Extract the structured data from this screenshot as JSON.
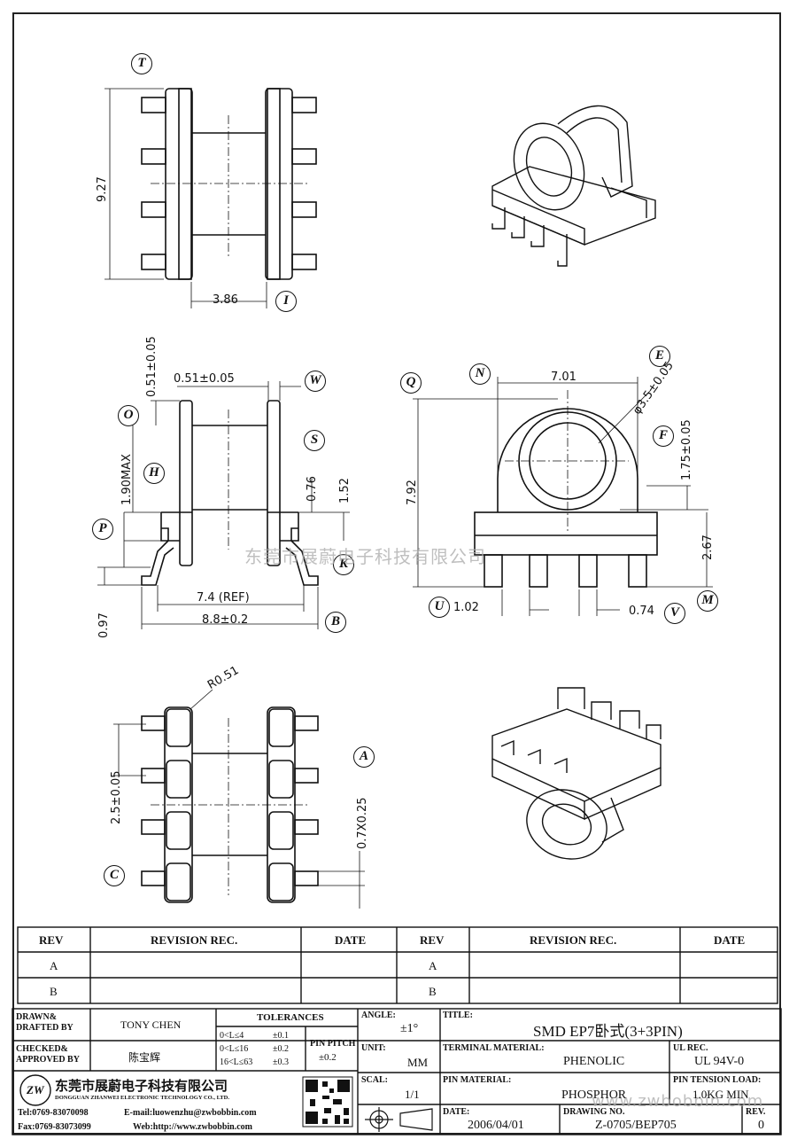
{
  "views": {
    "top": {
      "dim_height": "9.27",
      "dim_width": "3.86",
      "labels": {
        "T": "T",
        "I": "I"
      }
    },
    "side": {
      "dim_top_offset": "0.51±0.05",
      "dim_flange": "0.51±0.05",
      "dim_height_max": "1.90MAX",
      "dim_s": "0.76",
      "dim_base": "1.52",
      "dim_ref": "7.4 (REF)",
      "dim_width": "8.8±0.2",
      "dim_foot": "0.97",
      "labels": {
        "W": "W",
        "O": "O",
        "S": "S",
        "H": "H",
        "P": "P",
        "K": "K",
        "B": "B"
      }
    },
    "front": {
      "dim_width": "7.01",
      "dim_bore": "φ3.5±0.05",
      "dim_f": "1.75±0.05",
      "dim_height": "7.92",
      "dim_base": "2.67",
      "dim_pin": "1.02",
      "dim_pin2": "0.74",
      "labels": {
        "Q": "Q",
        "N": "N",
        "E": "E",
        "F": "F",
        "U": "U",
        "V": "V",
        "M": "M"
      }
    },
    "bottom": {
      "dim_radius": "R0.51",
      "dim_pitch": "2.5±0.05",
      "dim_pin": "0.7X0.25",
      "labels": {
        "A": "A",
        "C": "C"
      }
    }
  },
  "watermark": {
    "company": "东莞市展蔚电子科技有限公司",
    "url": "www.zwbobbin.com"
  },
  "revision_table": {
    "headers": [
      "REV",
      "REVISION REC.",
      "DATE",
      "REV",
      "REVISION REC.",
      "DATE"
    ],
    "rows": [
      [
        "A",
        "",
        "",
        "A",
        "",
        ""
      ],
      [
        "B",
        "",
        "",
        "B",
        "",
        ""
      ]
    ]
  },
  "title_block": {
    "drawn_label": "DRAWN&\nDRAFTED BY",
    "drawn_value": "TONY CHEN",
    "checked_label": "CHECKED&\nAPPROVED BY",
    "checked_value": "陈宝辉",
    "tolerances_label": "TOLERANCES",
    "tol_rows": [
      {
        "range": "0<L≤4",
        "tol": "±0.1"
      },
      {
        "range": "0<L≤16",
        "tol": "±0.2"
      },
      {
        "range": "16<L≤63",
        "tol": "±0.3"
      }
    ],
    "pin_pitch_label": "PIN PITCH",
    "pin_pitch_value": "±0.2",
    "angle_label": "ANGLE:",
    "angle_value": "±1°",
    "unit_label": "UNIT:",
    "unit_value": "MM",
    "scal_label": "SCAL:",
    "scal_value": "1/1",
    "title_label": "TITLE:",
    "title_value": "SMD EP7卧式(3+3PIN)",
    "terminal_label": "TERMINAL MATERIAL:",
    "terminal_value": "PHENOLIC",
    "ul_label": "UL REC.",
    "ul_value": "UL 94V-0",
    "pin_material_label": "PIN MATERIAL:",
    "pin_material_value": "PHOSPHOR",
    "tension_label": "PIN TENSION LOAD:",
    "tension_value": "1.0KG MIN",
    "date_label": "DATE:",
    "date_value": "2006/04/01",
    "drawing_label": "DRAWING NO.",
    "drawing_value": "Z-0705/BEP705",
    "rev_label": "REV.",
    "rev_value": "0",
    "company_cn": "东莞市展蔚电子科技有限公司",
    "company_en": "DONGGUAN ZHANWEI ELECTRONIC TECHNOLOGY CO., LTD.",
    "tel": "Tel:0769-83070098",
    "email": "E-mail:luowenzhu@zwbobbin.com",
    "fax": "Fax:0769-83073099",
    "web": "Web:http://www.zwbobbin.com",
    "logo_text": "ZW"
  }
}
